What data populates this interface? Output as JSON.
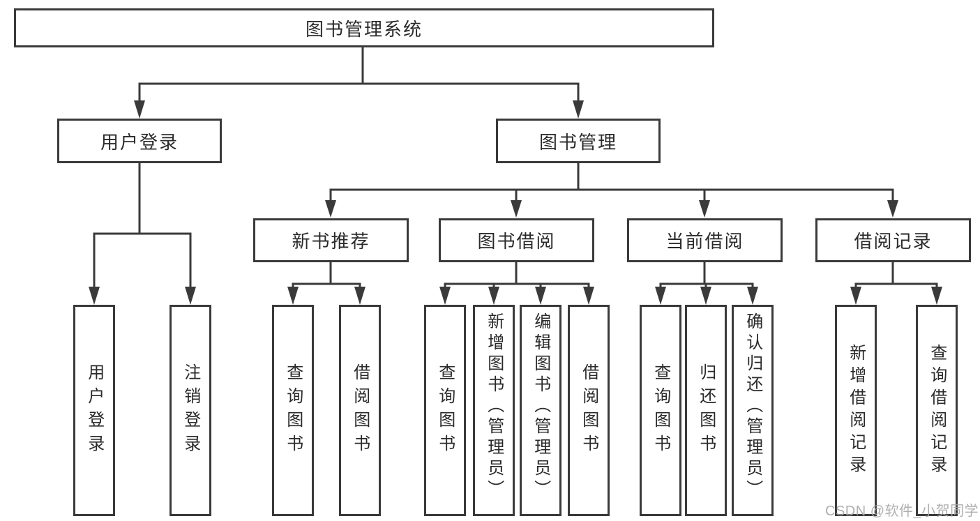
{
  "tree": {
    "root": "图书管理系统",
    "groups": [
      {
        "label": "用户登录",
        "children": [
          "用户登录",
          "注销登录"
        ]
      },
      {
        "label": "图书管理",
        "sections": [
          {
            "label": "新书推荐",
            "children": [
              "查询图书",
              "借阅图书"
            ]
          },
          {
            "label": "图书借阅",
            "children": [
              "查询图书",
              "新增图书（管理员）",
              "编辑图书（管理员）",
              "借阅图书"
            ]
          },
          {
            "label": "当前借阅",
            "children": [
              "查询图书",
              "归还图书",
              "确认归还（管理员）"
            ]
          },
          {
            "label": "借阅记录",
            "children": [
              "新增借阅记录",
              "查询借阅记录"
            ]
          }
        ]
      }
    ]
  },
  "watermark": "CSDN @软件_小贺同学",
  "colors": {
    "line": "#3a3a3a",
    "text": "#2a2a2a",
    "watermark": "#a8a8a8",
    "background": "#ffffff"
  }
}
